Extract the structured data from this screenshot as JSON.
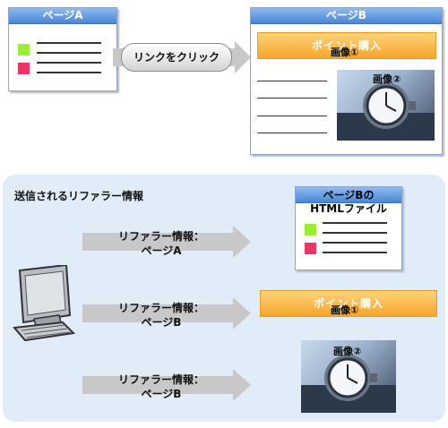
{
  "page_a": {
    "title": "ページA"
  },
  "page_b": {
    "title": "ページB"
  },
  "click_label": "リンクをクリック",
  "banner_text": "ポイント購入",
  "image1_label": "画像①",
  "image2_label": "画像②",
  "panel": {
    "title": "送信されるリファラー情報",
    "html_file_title_line1": "ページBの",
    "html_file_title_line2": "HTMLファイル",
    "arrows": [
      {
        "line1": "リファラー情報：",
        "line2": "ページA"
      },
      {
        "line1": "リファラー情報：",
        "line2": "ページB"
      },
      {
        "line1": "リファラー情報：",
        "line2": "ページB"
      }
    ]
  },
  "colors": {
    "window_header": "#4a86d6",
    "banner": "#f6a52a",
    "panel_bg": "#e1ecf9",
    "arrow_bg": "#c8c8c8",
    "square_green": "#99ee33",
    "square_pink": "#ee3366"
  }
}
